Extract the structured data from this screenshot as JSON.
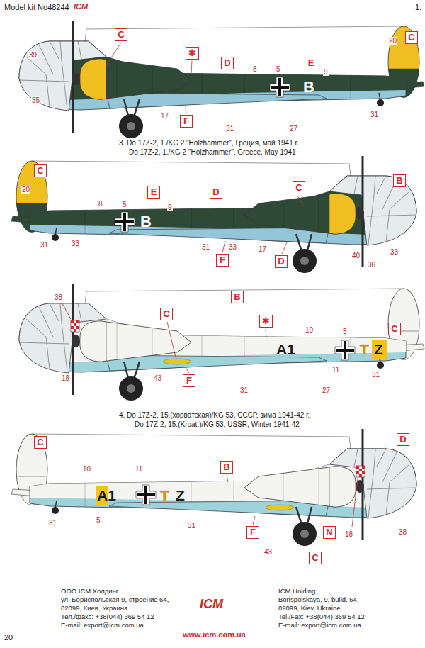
{
  "diagram": {
    "nodes": [
      {
        "text": [
          "C"
        ]
      },
      {
        "text": [
          "C"
        ]
      },
      {
        "text": [
          "✱"
        ]
      },
      {
        "text": [
          "D"
        ]
      },
      {
        "text": [
          "E"
        ]
      },
      {
        "text": [
          "F"
        ]
      },
      {
        "text": [
          "C"
        ]
      },
      {
        "text": [
          "B"
        ]
      },
      {
        "text": [
          "C"
        ]
      },
      {
        "text": [
          "E"
        ]
      },
      {
        "text": [
          "D"
        ]
      },
      {
        "text": [
          "F"
        ]
      },
      {
        "text": [
          "D"
        ]
      },
      {
        "text": [
          "B"
        ]
      },
      {
        "text": [
          "C"
        ]
      },
      {
        "text": [
          "✱"
        ]
      },
      {
        "text": [
          "C"
        ]
      },
      {
        "text": [
          "F"
        ]
      },
      {
        "text": [
          "C"
        ]
      },
      {
        "text": [
          "D"
        ]
      },
      {
        "text": [
          "B"
        ]
      },
      {
        "text": [
          "F"
        ]
      },
      {
        "text": [
          "N"
        ]
      },
      {
        "text": [
          "C"
        ]
      }
    ],
    "labels": [
      "Model kit No48244",
      "ICM",
      "1:",
      "39",
      "35",
      "8",
      "5",
      "9",
      "17",
      "31",
      "27",
      "20",
      "31",
      "B",
      "3. Do 17Z-2, 1./KG 2 \"Holzhammer\", Греция, май 1941 г.",
      "Do 17Z-2, 1./KG 2 \"Holzhammer\", Greece, May 1941",
      "20",
      "8",
      "5",
      "9",
      "31",
      "33",
      "B",
      "31",
      "33",
      "17",
      "40",
      "33",
      "36",
      "38",
      "10",
      "5",
      "A1",
      "T",
      "Z",
      "18",
      "43",
      "11",
      "27",
      "31",
      "31",
      "4. Do 17Z-2, 15.(хорватская)/KG 53, СССР, зима 1941-42 г.",
      "Do 17Z-2, 15.(Kroat.)/KG 53, USSR, Winter 1941-42",
      "10",
      "11",
      "A1",
      "T",
      "Z",
      "31",
      "5",
      "31",
      "43",
      "18",
      "38",
      "ООО ICM Холдинг",
      "ул. Бориспольская 9, строение 64,",
      "02099, Киев, Украина",
      "Тел./факс: +38(044) 369 54 12",
      "E-mail: export@icm.com.ua",
      "ICM Holding",
      "Borispolskaya, 9, build. 64,",
      "02099, Kiev, Ukraine",
      "Tel./Fax: +38(044) 369 54 12",
      "E-mail: export@icm.com.ua",
      "ICM",
      "www.icm.com.ua",
      "20"
    ]
  }
}
